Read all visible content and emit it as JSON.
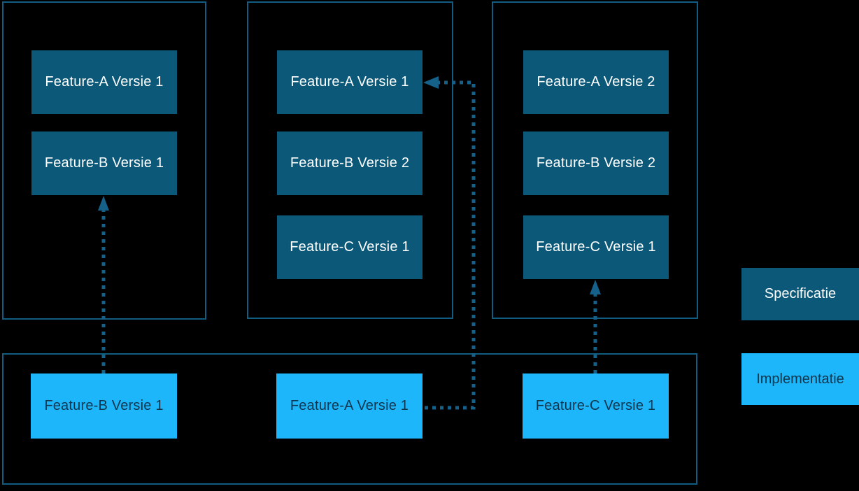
{
  "diagram": {
    "specification_columns": [
      {
        "boxes": [
          "Feature-A Versie 1",
          "Feature-B Versie 1"
        ]
      },
      {
        "boxes": [
          "Feature-A Versie 1",
          "Feature-B Versie 2",
          "Feature-C Versie 1"
        ]
      },
      {
        "boxes": [
          "Feature-A Versie 2",
          "Feature-B Versie 2",
          "Feature-C Versie 1"
        ]
      }
    ],
    "implementation_row": {
      "boxes": [
        "Feature-B Versie 1",
        "Feature-A Versie 1",
        "Feature-C Versie 1"
      ]
    },
    "legend": {
      "specification": "Specificatie",
      "implementation": "Implementatie"
    },
    "connections": [
      {
        "from": "implementation Feature-B Versie 1",
        "to": "column-1 Feature-B Versie 1",
        "style": "dotted-arrow"
      },
      {
        "from": "implementation Feature-A Versie 1",
        "to": "column-2 Feature-A Versie 1",
        "style": "dotted-arrow"
      },
      {
        "from": "implementation Feature-C Versie 1",
        "to": "column-3 Feature-C Versie 1",
        "style": "dotted-arrow"
      }
    ],
    "colors": {
      "background": "#000000",
      "container_border": "#115d82",
      "specification_fill": "#0b5878",
      "implementation_fill": "#1db6fb",
      "text_on_specification": "#ffffff",
      "text_on_implementation": "#10364d",
      "arrow": "#15618a"
    }
  }
}
